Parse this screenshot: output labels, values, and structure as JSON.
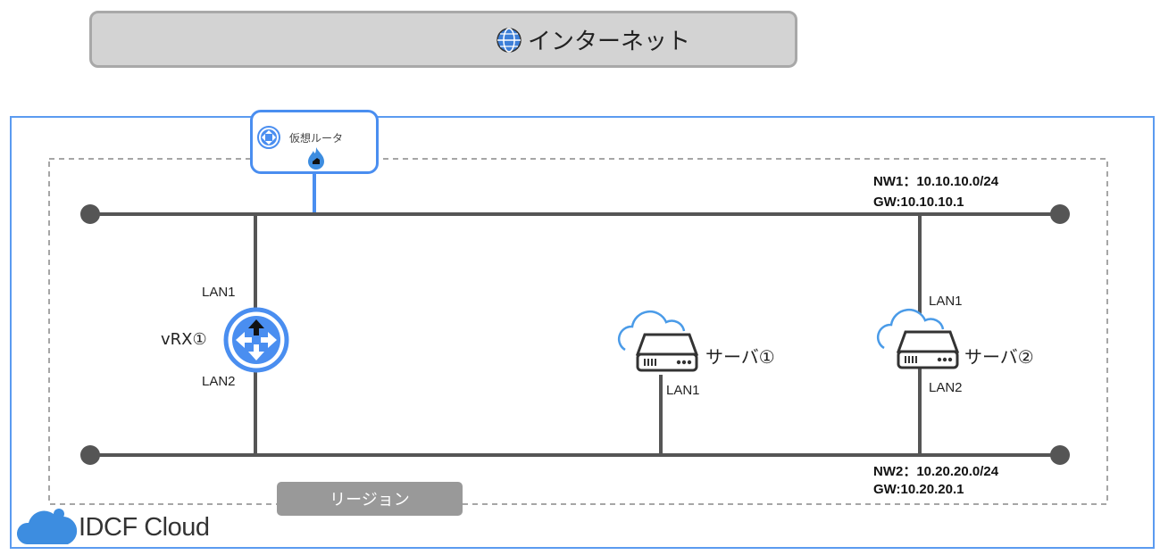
{
  "internet": {
    "label": "インターネット",
    "icon": "globe-icon"
  },
  "virtual_router": {
    "label": "仮想ルータ",
    "icons": [
      "router-icon",
      "flame-icon"
    ]
  },
  "nw1": {
    "name": "NW1：10.10.10.0/24",
    "gw": "GW:10.10.10.1"
  },
  "nw2": {
    "name": "NW2：10.20.20.0/24",
    "gw": "GW:10.20.20.1"
  },
  "vrx": {
    "label": "vRX①",
    "lan1": "LAN1",
    "lan2": "LAN2"
  },
  "server1": {
    "label": "サーバ①",
    "lan1": "LAN1"
  },
  "server2": {
    "label": "サーバ②",
    "lan1": "LAN1",
    "lan2": "LAN2"
  },
  "region": {
    "label": "リージョン"
  },
  "brand": {
    "label": "IDCF Cloud"
  },
  "colors": {
    "blue": "#4a8ef0",
    "line": "#555555",
    "box_gray": "#d3d3d3"
  }
}
